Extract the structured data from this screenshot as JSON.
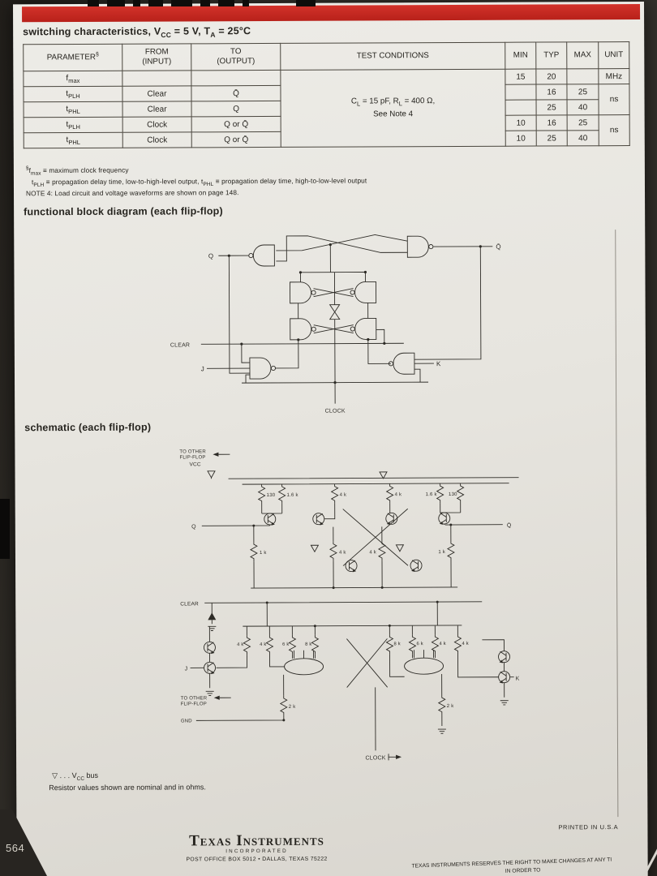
{
  "page": {
    "number": "564",
    "printed_in": "PRINTED IN U.S.A"
  },
  "switching": {
    "title": {
      "pre": "switching characteristics, V",
      "sub1": "CC",
      "mid": " = 5 V, T",
      "sub2": "A",
      "post": " = 25°C"
    },
    "table": {
      "headers": {
        "parameter": "PARAMETER",
        "parameter_sup": "§",
        "from_l1": "FROM",
        "from_l2": "(INPUT)",
        "to_l1": "TO",
        "to_l2": "(OUTPUT)",
        "test": "TEST CONDITIONS",
        "min": "MIN",
        "typ": "TYP",
        "max": "MAX",
        "unit": "UNIT"
      },
      "conditions": {
        "l1a": "C",
        "l1a_sub": "L",
        "l1b": " = 15 pF,",
        "l1c": "  R",
        "l1c_sub": "L",
        "l1d": " = 400 Ω,",
        "l2": "See Note 4"
      },
      "rows": {
        "r1": {
          "p": "f",
          "ps": "max",
          "min": "15",
          "typ": "20",
          "unit": "MHz"
        },
        "r2": {
          "p": "t",
          "ps": "PLH",
          "from": "Clear",
          "to": "Q̄",
          "typ": "16",
          "max": "25",
          "unit": "ns"
        },
        "r3": {
          "p": "t",
          "ps": "PHL",
          "from": "Clear",
          "to": "Q",
          "typ": "25",
          "max": "40"
        },
        "r4": {
          "p": "t",
          "ps": "PLH",
          "from": "Clock",
          "to": "Q or Q̄",
          "min": "10",
          "typ": "16",
          "max": "25",
          "unit": "ns"
        },
        "r5": {
          "p": "t",
          "ps": "PHL",
          "from": "Clock",
          "to": "Q or Q̄",
          "min": "10",
          "typ": "25",
          "max": "40"
        }
      }
    },
    "footnotes": {
      "f1_sup": "§",
      "f1_base": "f",
      "f1_sub": "max",
      "f1_rest": " ≡ maximum clock frequency",
      "f2_a": "t",
      "f2_a_sub": "PLH",
      "f2_b": " ≡ propagation delay time, low-to-high-level output,   t",
      "f2_b_sub": "PHL",
      "f2_c": " ≡ propagation delay time, high-to-low-level output",
      "f3": "NOTE 4:  Load circuit and voltage waveforms are shown on page 148."
    }
  },
  "block_diagram": {
    "title": "functional block diagram (each flip-flop)",
    "labels": {
      "q": "Q",
      "qbar": "Q̄",
      "clear": "CLEAR",
      "j": "J",
      "k": "K",
      "clock": "CLOCK"
    }
  },
  "schematic": {
    "title": "schematic (each flip-flop)",
    "labels": {
      "to_other_1": "TO OTHER",
      "flip_flop_1": "FLIP-FLOP",
      "vcc": "VCC",
      "r130_l": "130",
      "r1k6_l": "1.6 k",
      "r4k_tl": "4 k",
      "r4k_tr": "4 k",
      "r1k6_r": "1.6 k",
      "r130_r": "130",
      "q": "Q",
      "qbar": "Q̄",
      "r1k_l": "1 k",
      "r4k_ml": "4 k",
      "r4k_mr": "4 k",
      "r1k_r": "1 k",
      "clear": "CLEAR",
      "j": "J",
      "k": "K",
      "rb1": "4 k",
      "rb2": "4 k",
      "rb3": "6 k",
      "rb4": "8 k",
      "rb5": "8 k",
      "rb6": "6 k",
      "rb7": "4 k",
      "rb8": "4 k",
      "r2k_l": "2 k",
      "r2k_r": "2 k",
      "to_other_2": "TO OTHER",
      "flip_flop_2": "FLIP-FLOP",
      "gnd": "GND",
      "clock": "CLOCK"
    }
  },
  "notes": {
    "vcc_symbol": "▽",
    "vcc_dots": ". . .",
    "vcc_base": "V",
    "vcc_sub": "CC",
    "vcc_rest": " bus",
    "resistor": "Resistor values shown are nominal and in ohms."
  },
  "footer": {
    "brand": "Texas Instruments",
    "incorporated": "INCORPORATED",
    "address": "POST OFFICE BOX 5012  •  DALLAS, TEXAS 75222",
    "notice1": "TEXAS INSTRUMENTS RESERVES THE RIGHT TO MAKE CHANGES AT ANY TI",
    "notice2": "IN ORDER TO"
  }
}
